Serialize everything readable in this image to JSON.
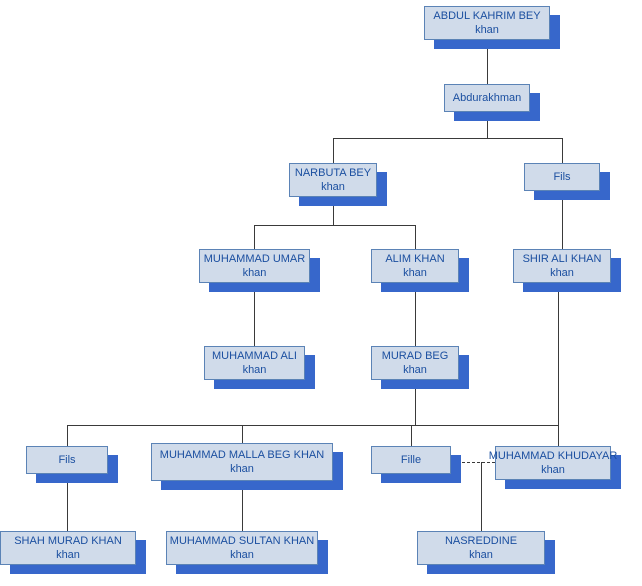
{
  "colors": {
    "bg": "#ffffff",
    "box_fill": "#d0dbea",
    "box_border": "#5b83b6",
    "box_shadow": "#3767cb",
    "box_text": "#1b4fa0",
    "line": "#3a3a3a"
  },
  "nodes": {
    "abdul_kahrim": {
      "title": "ABDUL KAHRIM BEY",
      "subtitle": "khan"
    },
    "abdurakhman": {
      "title": "Abdurakhman"
    },
    "narbuta": {
      "title": "NARBUTA BEY",
      "subtitle": "khan"
    },
    "fils_1": {
      "title": "Fils"
    },
    "muhammad_umar": {
      "title": "MUHAMMAD UMAR",
      "subtitle": "khan"
    },
    "alim": {
      "title": "ALIM KHAN",
      "subtitle": "khan"
    },
    "shir_ali": {
      "title": "SHIR ALI KHAN",
      "subtitle": "khan"
    },
    "muhammad_ali": {
      "title": "MUHAMMAD ALI",
      "subtitle": "khan"
    },
    "murad_beg": {
      "title": "MURAD BEG",
      "subtitle": "khan"
    },
    "fils_2": {
      "title": "Fils"
    },
    "malla_beg": {
      "title": "MUHAMMAD MALLA BEG KHAN",
      "subtitle": "khan"
    },
    "fille": {
      "title": "Fille"
    },
    "khudayar": {
      "title": "MUHAMMAD KHUDAYAR",
      "subtitle": "khan"
    },
    "shah_murad": {
      "title": "SHAH MURAD KHAN",
      "subtitle": "khan"
    },
    "muhammad_sultan": {
      "title": "MUHAMMAD SULTAN KHAN",
      "subtitle": "khan"
    },
    "nasreddine": {
      "title": "NASREDDINE",
      "subtitle": "khan"
    }
  },
  "edges": [
    {
      "from": "abdul_kahrim",
      "to": "abdurakhman",
      "style": "solid"
    },
    {
      "from": "abdurakhman",
      "to": "narbuta",
      "style": "solid"
    },
    {
      "from": "abdurakhman",
      "to": "fils_1",
      "style": "solid"
    },
    {
      "from": "narbuta",
      "to": "muhammad_umar",
      "style": "solid"
    },
    {
      "from": "narbuta",
      "to": "alim",
      "style": "solid"
    },
    {
      "from": "fils_1",
      "to": "shir_ali",
      "style": "solid"
    },
    {
      "from": "muhammad_umar",
      "to": "muhammad_ali",
      "style": "solid"
    },
    {
      "from": "alim",
      "to": "murad_beg",
      "style": "solid"
    },
    {
      "from": "murad_beg",
      "to": "fils_2",
      "style": "solid"
    },
    {
      "from": "murad_beg",
      "to": "malla_beg",
      "style": "solid"
    },
    {
      "from": "murad_beg",
      "to": "fille",
      "style": "solid"
    },
    {
      "from": "shir_ali",
      "to": "khudayar",
      "style": "solid"
    },
    {
      "from": "fils_2",
      "to": "shah_murad",
      "style": "solid"
    },
    {
      "from": "malla_beg",
      "to": "muhammad_sultan",
      "style": "solid"
    },
    {
      "from": "fille",
      "to": "khudayar",
      "style": "dashed"
    },
    {
      "from": "fille_khudayar_union",
      "to": "nasreddine",
      "style": "solid"
    }
  ]
}
